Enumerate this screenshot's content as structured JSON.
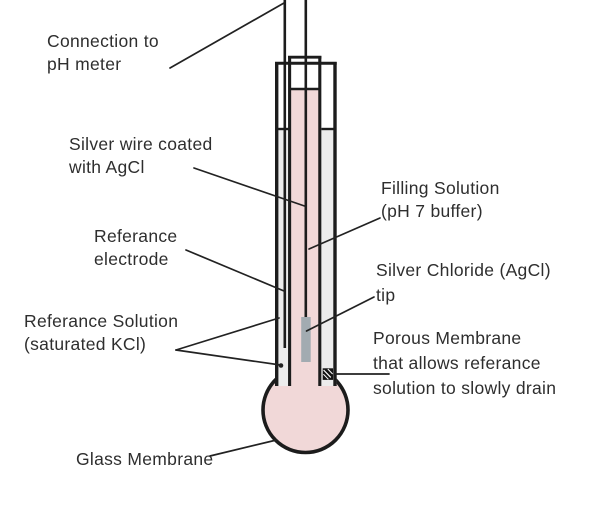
{
  "diagram": {
    "labels": {
      "connection": "Connection to\npH meter",
      "silver_wire": "Silver wire coated\nwith AgCl",
      "reference_electrode": "Referance\nelectrode",
      "reference_solution": "Referance Solution\n(saturated KCl)",
      "filling_solution": "Filling Solution\n(pH 7 buffer)",
      "agcl_tip": "Silver Chloride (AgCl)\ntip",
      "porous_membrane": "Porous Membrane\nthat allows referance\nsolution to slowly drain",
      "glass_membrane": "Glass Membrane"
    },
    "colors": {
      "filling_solution_pink": "#f1d8d8",
      "reference_solution_gray": "#ececec",
      "agcl_tip_gray": "#a2abb1",
      "porous_membrane_black": "#141414",
      "outline_black": "#1c1c1c",
      "pointer_line": "#222222",
      "text": "#2e2e2e",
      "background": "#ffffff"
    }
  }
}
